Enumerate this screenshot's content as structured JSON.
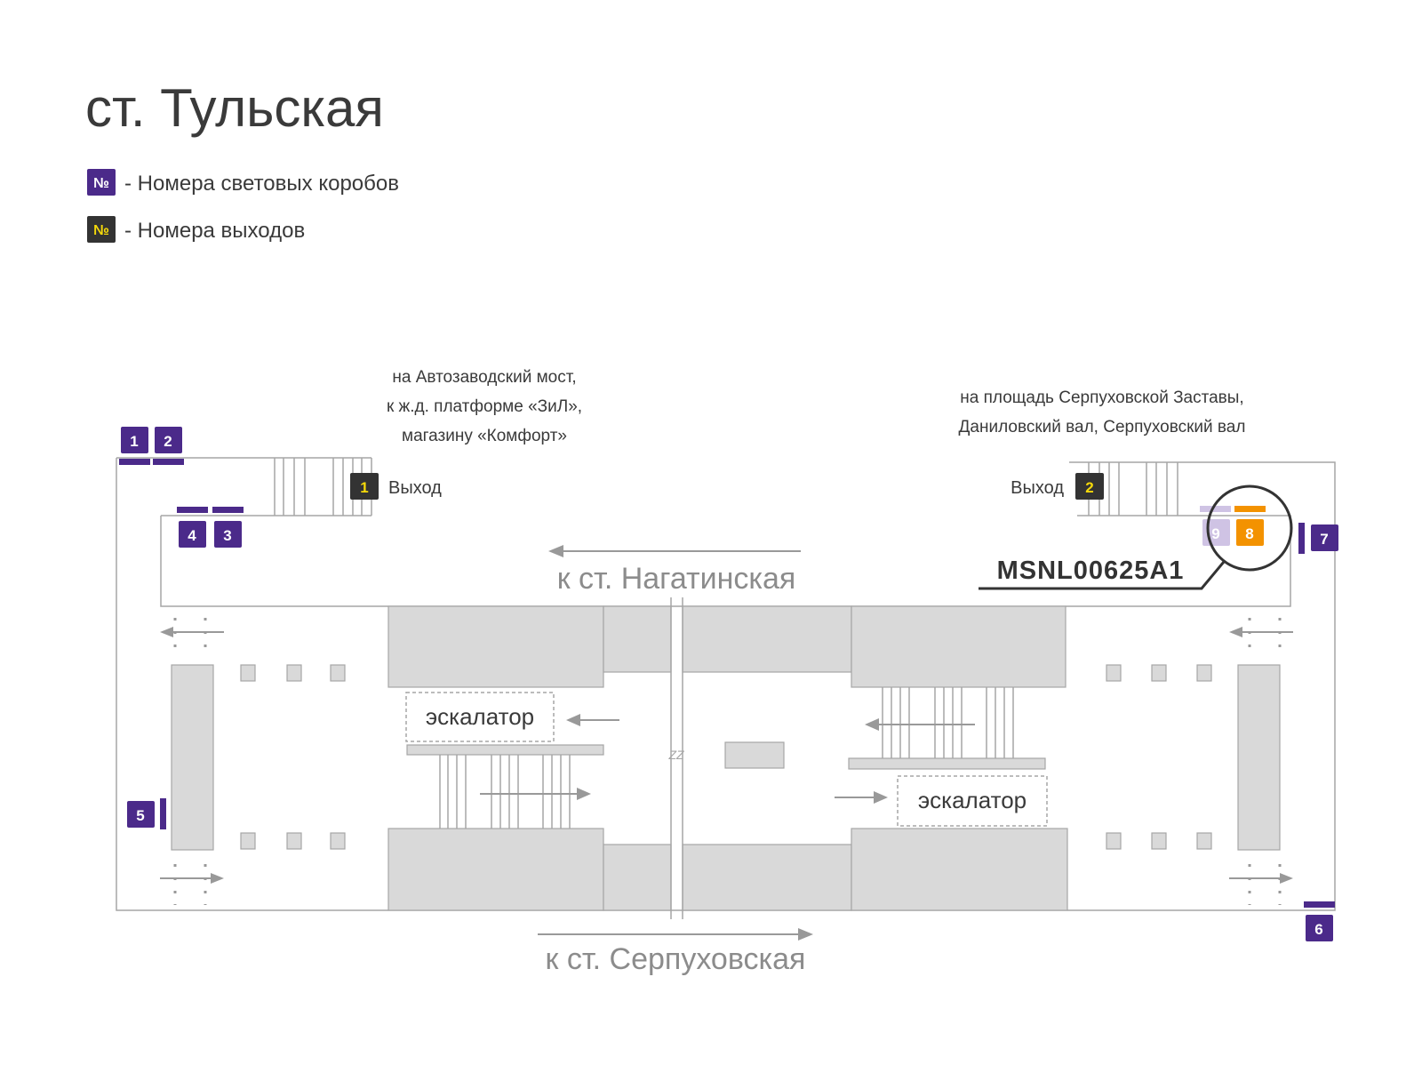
{
  "title": "ст. Тульская",
  "legend": {
    "badge_symbol": "№",
    "lightbox_text": "- Номера световых коробов",
    "exit_text": "- Номера выходов"
  },
  "exits": {
    "label": "Выход",
    "exit_1": "1",
    "exit_2": "2",
    "exit_1_destination": [
      "на Автозаводский мост,",
      "к ж.д. платформе «ЗиЛ»,",
      "магазину «Комфорт»"
    ],
    "exit_2_destination": [
      "на площадь Серпуховской Заставы,",
      "Даниловский вал, Серпуховский вал"
    ]
  },
  "directions": {
    "north": "к ст. Нагатинская",
    "south": "к ст. Серпуховская"
  },
  "escalator_label": "эскалатор",
  "track_mark": "ZZ",
  "callout_code": "MSNL00625A1",
  "lightboxes": {
    "b1": "1",
    "b2": "2",
    "b3": "3",
    "b4": "4",
    "b5": "5",
    "b6": "6",
    "b7": "7",
    "b8": "8",
    "b9": "9"
  },
  "colors": {
    "purple": "#4b2a8a",
    "purple_light": "#cfc3e4",
    "orange": "#f39200",
    "exit_badge": "#333333",
    "exit_number": "#f5d90a",
    "structure": "#d9d9d9",
    "outline": "#a6a6a6",
    "arrow": "#999999",
    "text": "#3a3a3a"
  }
}
